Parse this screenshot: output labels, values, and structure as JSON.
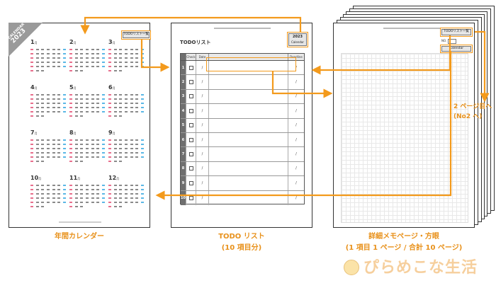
{
  "calendar_page": {
    "badge_line1": "CALENDAR",
    "badge_year": "2023",
    "todo_tag": "TODOリスト一覧",
    "months": [
      "1",
      "2",
      "3",
      "4",
      "5",
      "6",
      "7",
      "8",
      "9",
      "10",
      "11",
      "12"
    ],
    "month_suffix": "月"
  },
  "todo_page": {
    "title": "TODOリスト",
    "tag_year": "2023",
    "tag_sub": "Calendar",
    "columns": [
      "Check",
      "Date",
      "",
      "Deadline"
    ],
    "row_numbers": [
      "1",
      "2",
      "3",
      "4",
      "5",
      "6",
      "7",
      "8",
      "9",
      "10"
    ],
    "date_sep": "/"
  },
  "memo_page": {
    "tag_top": "TODOリスト一覧",
    "tag_no": "NO.",
    "tag_bottom": "Calendar"
  },
  "captions": {
    "calendar": "年間カレンダー",
    "todo_line1": "TODO リスト",
    "todo_line2": "(10 項目分)",
    "memo_line1": "詳細メモページ・方眼",
    "memo_line2": "(1 項目 1 ページ / 合計 10 ページ)",
    "next_line1": "2 ページ目へ",
    "next_line2": "(No2 へ)"
  },
  "logo": {
    "text": "ぴらめこな生活"
  },
  "colors": {
    "accent": "#f39a1c",
    "caption": "#e8911b"
  }
}
